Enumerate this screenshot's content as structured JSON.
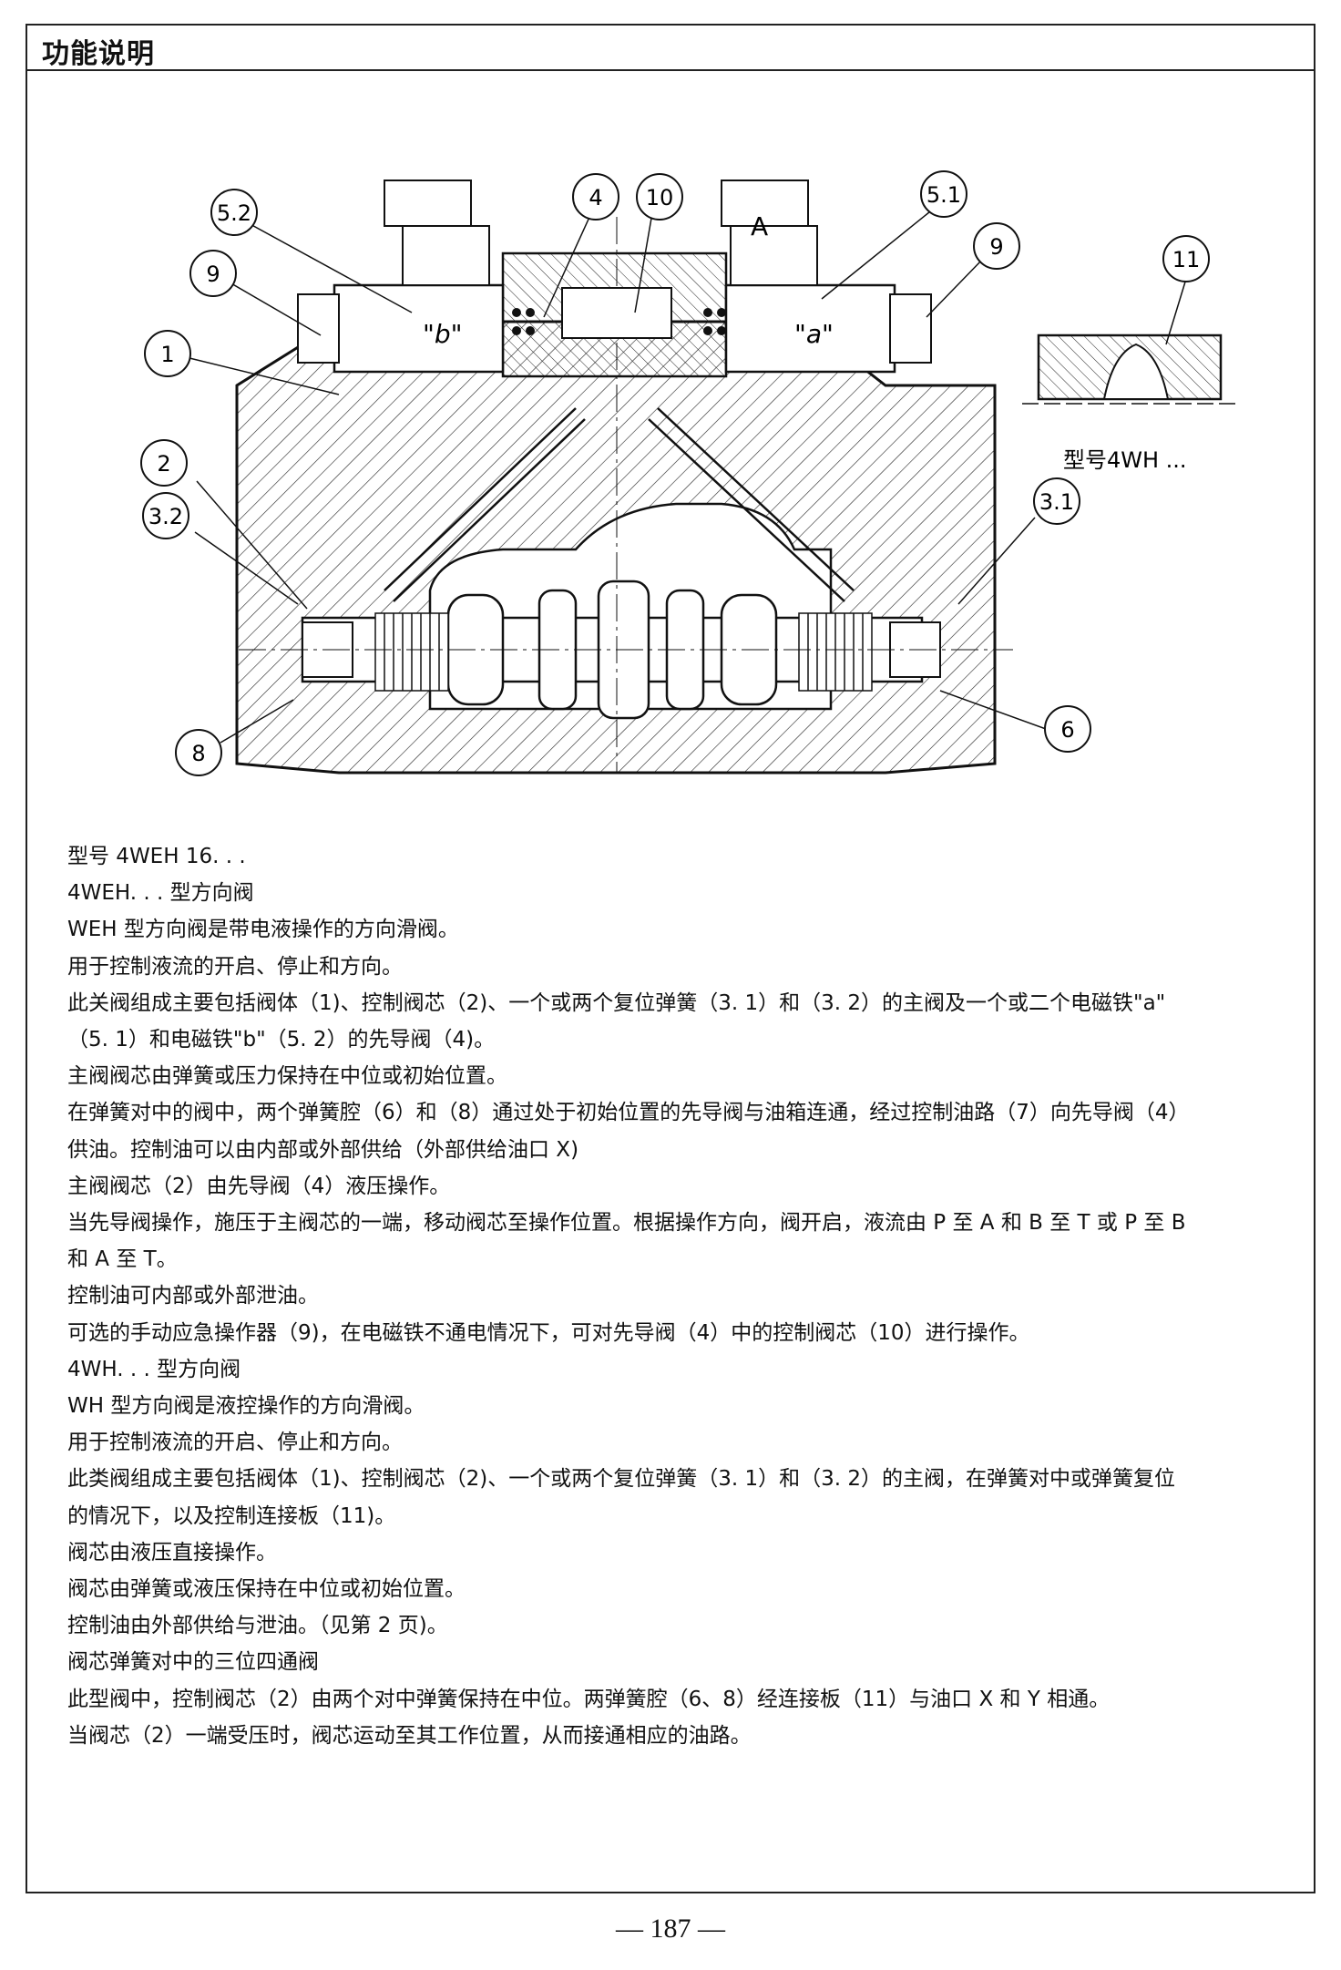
{
  "header": {
    "title": "功能说明"
  },
  "figure": {
    "callouts": [
      "5.2",
      "4",
      "10",
      "5.1",
      "9",
      "9",
      "11",
      "1",
      "2",
      "3.2",
      "3.1",
      "8",
      "6"
    ],
    "solenoid_labels": {
      "a": "\"a\"",
      "b": "\"b\"",
      "connector": "A"
    },
    "inset_caption": "型号4WH ..."
  },
  "paragraphs": [
    "型号 4WEH 16. . .",
    "4WEH. . . 型方向阀",
    "WEH 型方向阀是带电液操作的方向滑阀。",
    "用于控制液流的开启、停止和方向。",
    "此关阀组成主要包括阀体（1)、控制阀芯（2)、一个或两个复位弹簧（3. 1）和（3. 2）的主阀及一个或二个电磁铁\"a\"",
    "（5. 1）和电磁铁\"b\"（5. 2）的先导阀（4)。",
    "主阀阀芯由弹簧或压力保持在中位或初始位置。",
    "在弹簧对中的阀中，两个弹簧腔（6）和（8）通过处于初始位置的先导阀与油箱连通，经过控制油路（7）向先导阀（4）",
    "供油。控制油可以由内部或外部供给（外部供给油口 X)",
    "主阀阀芯（2）由先导阀（4）液压操作。",
    "当先导阀操作，施压于主阀芯的一端，移动阀芯至操作位置。根据操作方向，阀开启，液流由 P 至 A 和 B 至 T 或 P 至 B",
    "和 A 至 T。",
    "控制油可内部或外部泄油。",
    "可选的手动应急操作器（9)，在电磁铁不通电情况下，可对先导阀（4）中的控制阀芯（10）进行操作。",
    "4WH. . . 型方向阀",
    "WH 型方向阀是液控操作的方向滑阀。",
    "用于控制液流的开启、停止和方向。",
    "此类阀组成主要包括阀体（1)、控制阀芯（2)、一个或两个复位弹簧（3. 1）和（3. 2）的主阀，在弹簧对中或弹簧复位",
    "的情况下，以及控制连接板（11)。",
    "阀芯由液压直接操作。",
    "阀芯由弹簧或液压保持在中位或初始位置。",
    "控制油由外部供给与泄油。（见第 2 页)。",
    "阀芯弹簧对中的三位四通阀",
    "此型阀中，控制阀芯（2）由两个对中弹簧保持在中位。两弹簧腔（6、8）经连接板（11）与油口 X 和 Y 相通。",
    "当阀芯（2）一端受压时，阀芯运动至其工作位置，从而接通相应的油路。"
  ],
  "footer": {
    "page_number": "— 187 —"
  }
}
